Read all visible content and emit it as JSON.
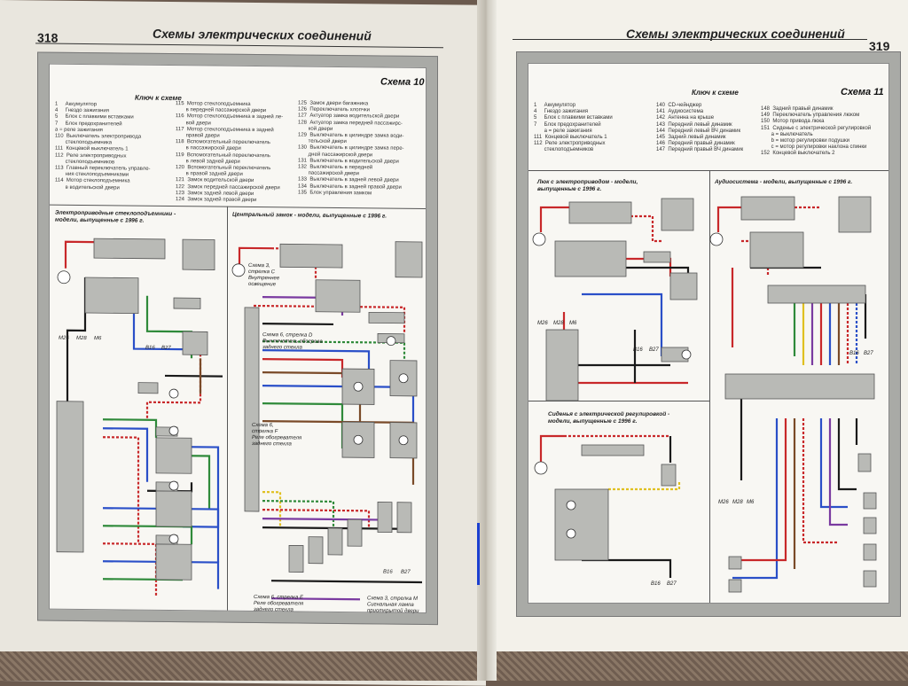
{
  "left_page": {
    "page_number": "318",
    "running_head": "Схемы электрических соединений",
    "scheme_title": "Схема 10",
    "key_title": "Ключ к схеме",
    "key_col1": "1     Аккумулятор\n4     Гнездо зажигания\n5     Блок с плавкими вставками\n7     Блок предохранителей\na = реле зажигания\n110  Выключатель электропривода\n       стеклоподъемника\n111  Концевой выключатель 1\n112  Реле электроприводных\n       стеклоподъемников\n113  Главный переключатель управле-\n       ния стеклоподъемниками\n114  Мотор стеклоподъемника\n       в водительской двери",
    "key_col2": "115  Мотор стеклоподъемника\n       в передней пассажирской двери\n116  Мотор стеклоподъемника в задней ле-\n       вой двери\n117  Мотор стеклоподъемника в задней\n       правой двери\n118  Вспомогательный переключатель\n       в пассажирской двери\n119  Вспомогательный переключатель\n       в левой задней двери\n120  Вспомогательный переключатель\n       в правой задней двери\n121  Замок водительской двери\n122  Замок передней пассажирской двери\n123  Замок задней левой двери\n124  Замок задней правой двери",
    "key_col3": "125  Замок двери багажника\n126  Переключатель хлопчки\n127  Актуатор замка водительской двери\n128  Актуатор замка передней пассажирс-\n       кой двери\n129  Выключатель в цилиндре замка води-\n       тельской двери\n130  Выключатель в цилиндре замка пере-\n       дней пассажирской двери\n131  Выключатель в водительской двери\n132  Выключатель в передней\n       пассажирской двери\n133  Выключатель в задней левой двери\n134  Выключатель в задней правой двери\n135  Блок управления замком",
    "section1_title": "Электроприводные стеклоподъемники -\nмодели, выпущенные с 1996 г.",
    "section2_title": "Центральный замок - модели, выпущенные с 1996 г.",
    "note1": "Схема 3,\nстрелка C\nВнутреннее\nосвещение",
    "note2": "Схема 6, стрелка D\nВыключатель обогрева\nзаднего стекла",
    "note3": "Схема 6,\nстрелка F\nРеле обогревателя\nзаднего стекла",
    "note4": "Схема 6, стрелка E\nРеле обогревателя\nзаднего стекла",
    "note5": "Схема 3, стрелка M\nСигнальная лампа\nприоткрытой двери",
    "grounds": [
      "M26",
      "M28",
      "M6",
      "B16",
      "B27",
      "B16",
      "B27"
    ]
  },
  "right_page": {
    "page_number": "319",
    "running_head": "Схемы электрических соединений",
    "scheme_title": "Схема 11",
    "key_title": "Ключ к схеме",
    "key_col1": "1     Аккумулятор\n4     Гнездо зажигания\n5     Блок с плавкими вставками\n7     Блок предохранителей\n       a = реле зажигания\n111  Концевой выключатель 1\n112  Реле электроприводных\n       стеклоподъемников",
    "key_col2": "140  CD-чейнджер\n141  Аудиосистема\n142  Антенна на крыше\n143  Передний левый динамик\n144  Передний левый ВЧ динамик\n145  Задний левый динамик\n146  Передний правый динамик\n147  Передний правый ВЧ динамик",
    "key_col3": "148  Задний правый динамик\n149  Переключатель управления люком\n150  Мотор привода люка\n151  Сиденье с электрической регулировкой\n       a = выключатель\n       b = мотор регулировки подушки\n       c = мотор регулировки наклона спинки\n152  Концевой выключатель 2",
    "section1_title": "Люк с электроприводом - модели,\nвыпущенные с 1996 г.",
    "section2_title": "Аудиосистема - модели, выпущенные с 1996 г.",
    "section3_title": "Сиденья с электрической регулировкой -\nмодели, выпущенные с 1996 г.",
    "grounds": [
      "M26",
      "M28",
      "M6",
      "B16",
      "B27",
      "B16",
      "B27",
      "M26",
      "M28",
      "M6",
      "B16",
      "B27"
    ]
  },
  "colors": {
    "wire_red": "#c8282a",
    "wire_blue": "#2a4fc8",
    "wire_green": "#2f8a3a",
    "wire_black": "#1a1a1a",
    "wire_yellow": "#e0c020",
    "wire_brown": "#7a4a28",
    "wire_purple": "#7a3aa0",
    "component_gray": "#b9bab6",
    "frame_gray": "#a9aaa6"
  }
}
